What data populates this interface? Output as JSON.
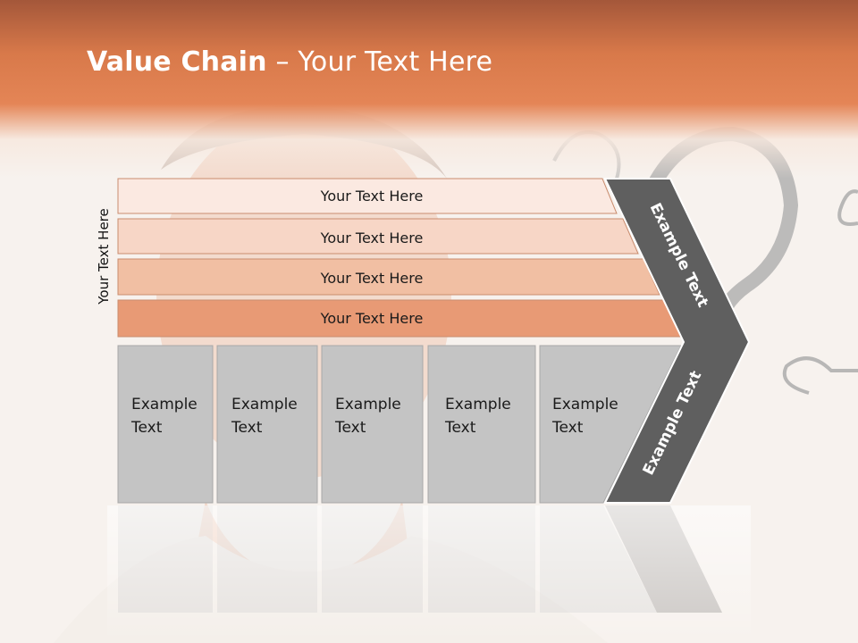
{
  "slide": {
    "title_bold": "Value Chain",
    "title_rest": " – Your Text Here",
    "side_label": "Your Text Here"
  },
  "rows": [
    {
      "label": "Your Text Here",
      "color": "#fbe9e1"
    },
    {
      "label": "Your Text Here",
      "color": "#f7d6c6"
    },
    {
      "label": "Your Text Here",
      "color": "#f1bfa3"
    },
    {
      "label": "Your Text Here",
      "color": "#e89a75"
    }
  ],
  "boxes": [
    {
      "line1": "Example",
      "line2": "Text"
    },
    {
      "line1": "Example",
      "line2": "Text"
    },
    {
      "line1": "Example",
      "line2": "Text"
    },
    {
      "line1": "Example",
      "line2": "Text"
    },
    {
      "line1": "Example",
      "line2": "Text"
    }
  ],
  "chevron": {
    "upper_text": "Example Text",
    "lower_text": "Example Text"
  },
  "colors": {
    "header_orange": "#e48556",
    "box_gray": "#c4c4c4",
    "chevron_gray": "#5f5f5f"
  }
}
